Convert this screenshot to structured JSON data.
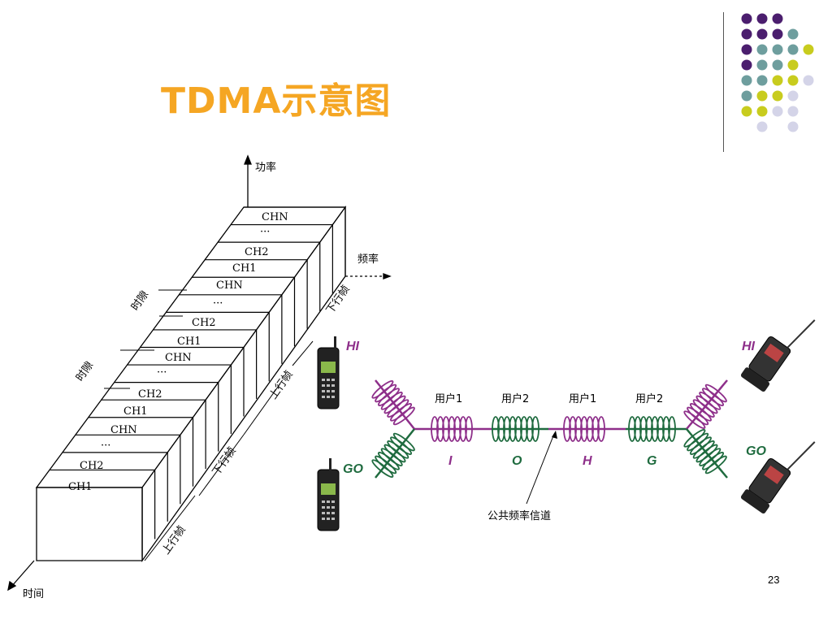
{
  "slide": {
    "title": "TDMA示意图",
    "page_number": "23"
  },
  "colors": {
    "title": "#F5A623",
    "purple_dot": "#4B1E6E",
    "teal_dot": "#6E9E9E",
    "yellow_dot": "#C8CC1E",
    "lilac_dot": "#D4D4E8",
    "wave_purple": "#8E2F8A",
    "wave_green": "#1F6B3F",
    "hi_label": "#8E2F8A",
    "go_label": "#1F6B3F"
  },
  "left_diagram": {
    "power_axis": "功率",
    "freq_axis": "频率",
    "time_axis": "时间",
    "time_slot_1": "时隙",
    "time_slot_2": "时隙",
    "uplink_1": "上行帧",
    "downlink": "下行帧",
    "uplink_2": "上行帧",
    "frame_back": "下行帧",
    "channels": {
      "chn": "CHN",
      "dots": "···",
      "ch2": "CH2",
      "ch1": "CH1"
    }
  },
  "right_diagram": {
    "hi_left": "HI",
    "go_left": "GO",
    "hi_right": "HI",
    "go_right": "GO",
    "user1_a": "用户1",
    "user2_a": "用户2",
    "user1_b": "用户1",
    "user2_b": "用户2",
    "letter_i": "I",
    "letter_o": "O",
    "letter_h": "H",
    "letter_g": "G",
    "channel_caption": "公共频率信道"
  }
}
